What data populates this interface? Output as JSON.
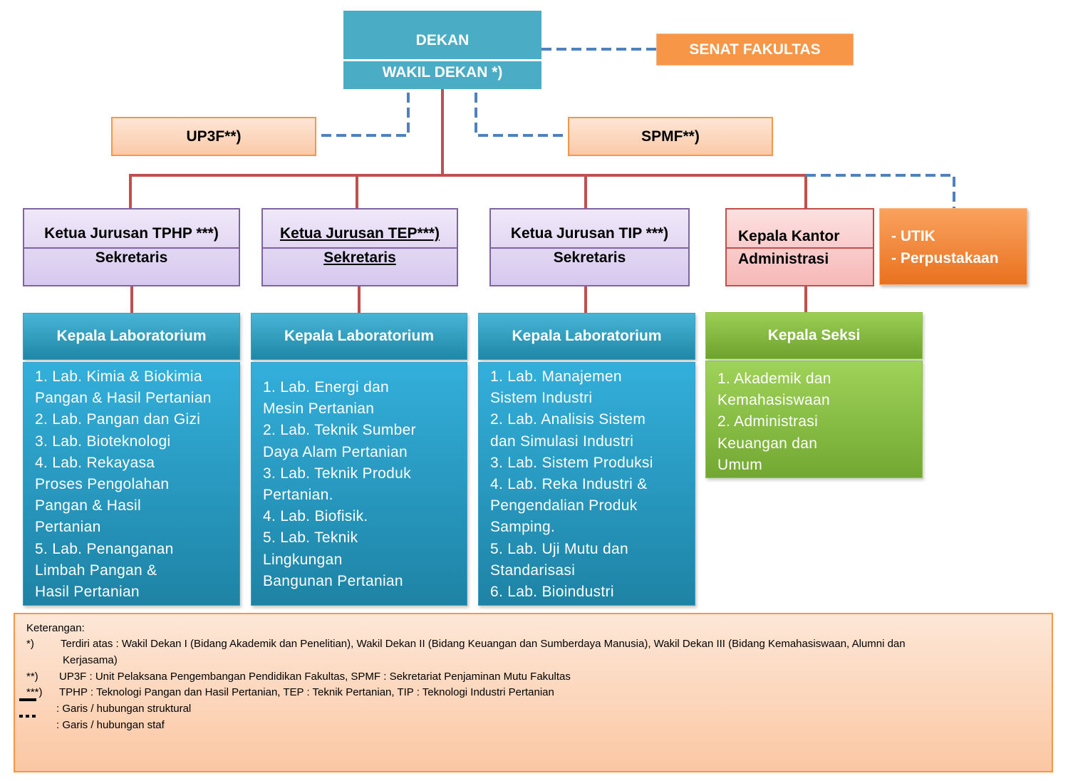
{
  "dekan": {
    "line1": "DEKAN",
    "line2": "WAKIL DEKAN *)"
  },
  "senat": "SENAT FAKULTAS",
  "up3f": "UP3F**)",
  "spmf": "SPMF**)",
  "jurusan": [
    {
      "title": "Ketua Jurusan TPHP ***)",
      "sub": "Sekretaris"
    },
    {
      "title": "Ketua Jurusan TEP***)",
      "sub": "Sekretaris"
    },
    {
      "title": "Ketua Jurusan TIP ***)",
      "sub": "Sekretaris"
    }
  ],
  "kantor": {
    "line1": "Kepala Kantor",
    "line2": "Administrasi"
  },
  "utik": {
    "line1": "- UTIK",
    "line2": "- Perpustakaan"
  },
  "labs": [
    {
      "head": "Kepala Laboratorium",
      "items": "1. Lab. Kimia & Biokimia\nPangan & Hasil Pertanian\n2. Lab. Pangan dan Gizi\n3. Lab. Bioteknologi\n4. Lab. Rekayasa\nProses Pengolahan\nPangan & Hasil\nPertanian\n5. Lab. Penanganan\nLimbah Pangan &\nHasil Pertanian"
    },
    {
      "head": "Kepala Laboratorium",
      "items": "1. Lab. Energi dan\nMesin Pertanian\n2. Lab. Teknik Sumber\nDaya Alam Pertanian\n3. Lab. Teknik Produk\nPertanian.\n4. Lab. Biofisik.\n5. Lab. Teknik\nLingkungan\nBangunan Pertanian"
    },
    {
      "head": "Kepala Laboratorium",
      "items": "1. Lab. Manajemen\nSistem Industri\n2. Lab. Analisis Sistem\ndan Simulasi Industri\n3. Lab. Sistem Produksi\n4. Lab. Reka Industri &\nPengendalian Produk\nSamping.\n5. Lab. Uji Mutu dan\nStandarisasi\n6. Lab. Bioindustri"
    }
  ],
  "seksi": {
    "head": "Kepala Seksi",
    "items": "1. Akademik dan\nKemahasiswaan\n2. Administrasi\nKeuangan dan\nUmum"
  },
  "legend": {
    "title": "Keterangan:",
    "m1": "*)",
    "t1a": "Terdiri atas : Wakil Dekan I (Bidang Akademik dan Penelitian), Wakil Dekan II (Bidang Keuangan dan Sumberdaya Manusia), Wakil Dekan III (Bidang Kemahasiswaan, Alumni dan",
    "t1b": "Kerjasama)",
    "m2": "**)",
    "t2": "UP3F : Unit Pelaksana Pengembangan Pendidikan Fakultas, SPMF : Sekretariat Penjaminan Mutu Fakultas",
    "m3": "***)",
    "t3": "TPHP : Teknologi Pangan dan Hasil Pertanian, TEP : Teknik Pertanian, TIP : Teknologi Industri Pertanian",
    "t4": ": Garis / hubungan struktural",
    "t5": ": Garis / hubungan staf"
  },
  "colors": {
    "structural": "#c0504d",
    "staff": "#4f81bd"
  }
}
